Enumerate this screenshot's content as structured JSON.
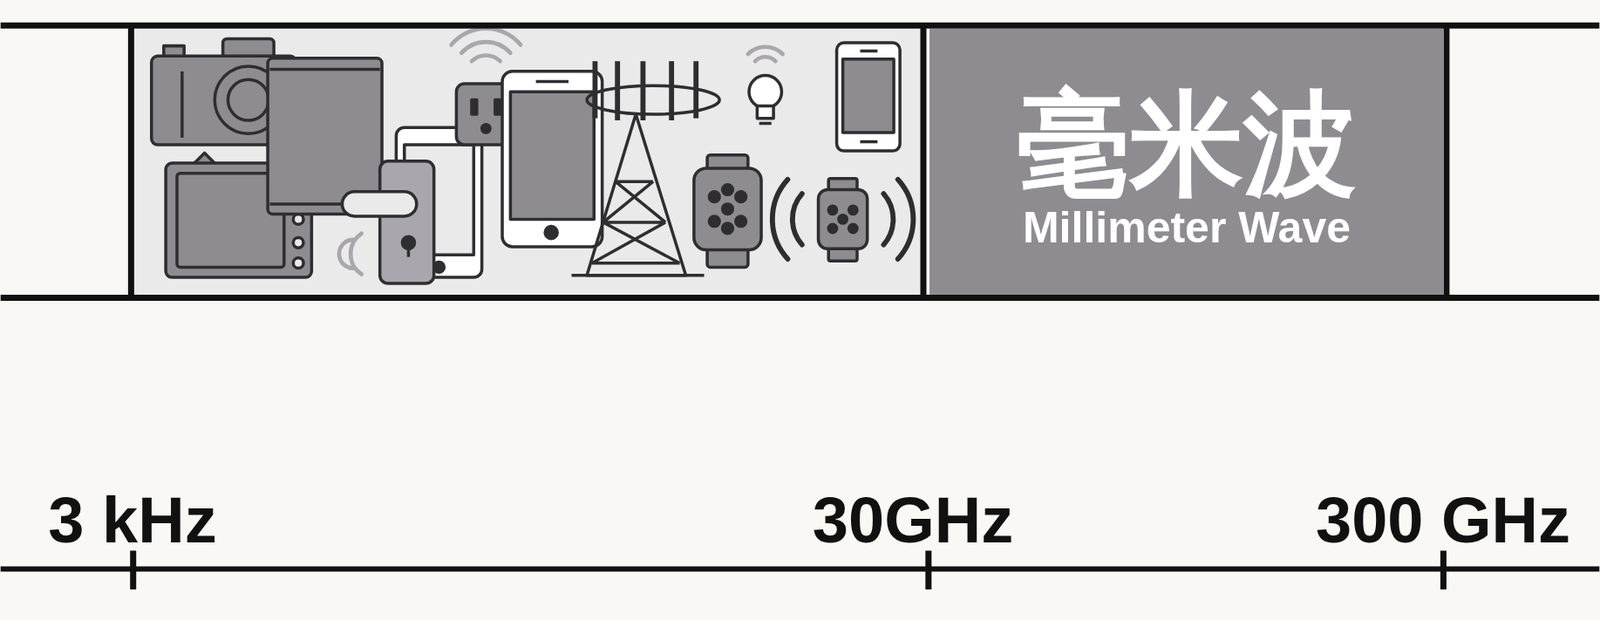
{
  "diagram": {
    "nodes": [
      {
        "text": [
          "毫米波",
          "Millimeter Wave"
        ]
      }
    ],
    "labels": [
      "3 kHz",
      "30GHz",
      "300 GHz"
    ]
  }
}
